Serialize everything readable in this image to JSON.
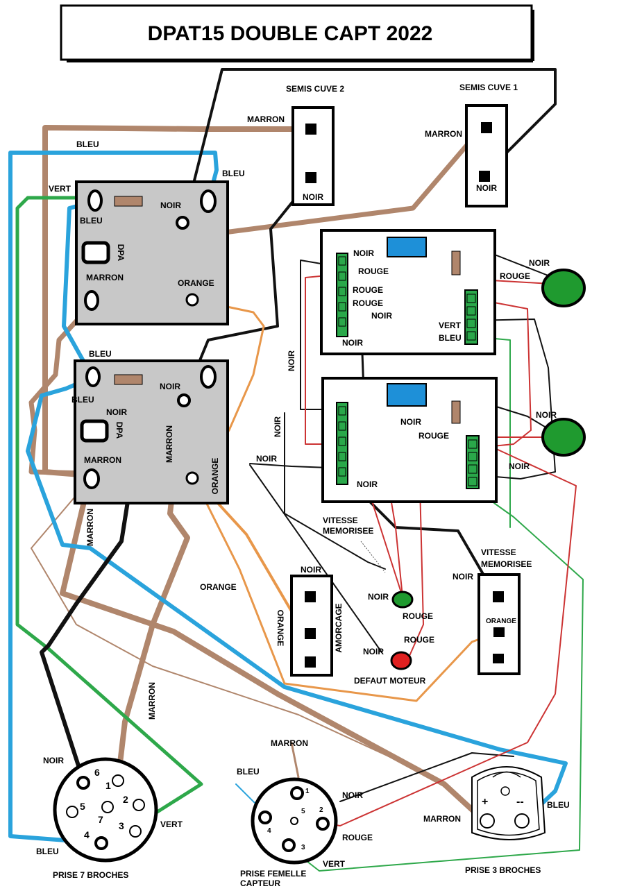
{
  "title": "DPAT15 DOUBLE  CAPT 2022",
  "colors": {
    "marron": "#b0866c",
    "bleu": "#2aa3dc",
    "vert": "#2ea84a",
    "noir": "#111111",
    "orange": "#e8974a",
    "rouge": "#cc3333",
    "module_gray": "#c8c8c8",
    "connector_green": "#2aa84a",
    "relay_blue": "#1e90d8",
    "led_green": "#1f9a2f",
    "led_red": "#e02020"
  },
  "sensors": {
    "cuve2": {
      "title": "SEMIS CUVE 2",
      "wire_top": "MARRON",
      "wire_bottom": "NOIR"
    },
    "cuve1": {
      "title": "SEMIS CUVE 1",
      "wire_top": "MARRON",
      "wire_bottom": "NOIR"
    }
  },
  "dpa_top": {
    "name": "DPA",
    "bleu_top": "BLEU",
    "vert": "VERT",
    "bleu": "BLEU",
    "noir": "NOIR",
    "marron": "MARRON",
    "orange": "ORANGE"
  },
  "dpa_bottom": {
    "name": "DPA",
    "bleu_top": "BLEU",
    "bleu": "BLEU",
    "noir_a": "NOIR",
    "noir_b": "NOIR",
    "marron_a": "MARRON",
    "marron_b": "MARRON",
    "orange": "ORANGE",
    "marron_c": "MARRON"
  },
  "relay_top": {
    "noir_a": "NOIR",
    "rouge_a": "ROUGE",
    "rouge_b": "ROUGE",
    "rouge_c": "ROUGE",
    "noir_b": "NOIR",
    "noir_c": "NOIR",
    "vert": "VERT",
    "bleu": "BLEU",
    "noir_led": "NOIR",
    "rouge_led": "ROUGE",
    "noir_side": "NOIR"
  },
  "relay_bottom": {
    "noir_a": "NOIR",
    "rouge": "ROUGE",
    "noir_b": "NOIR",
    "noir_c": "NOIR",
    "noir_led": "NOIR",
    "noir_left": "NOIR",
    "noir_left2": "NOIR"
  },
  "speed": {
    "label_line1": "VITESSE",
    "label_line2": "MEMORISEE",
    "noir_led": "NOIR",
    "rouge_led": "ROUGE"
  },
  "fault": {
    "noir": "NOIR",
    "rouge": "ROUGE",
    "label": "DEFAUT MOTEUR"
  },
  "amorcage": {
    "name": "AMORCAGE",
    "noir": "NOIR",
    "orange": "ORANGE"
  },
  "vitesse_mem_box": {
    "label_line1": "VITESSE",
    "label_line2": "MEMORISEE",
    "noir": "NOIR",
    "orange": "ORANGE"
  },
  "orange_label": "ORANGE",
  "plug7": {
    "label": "PRISE 7 BROCHES",
    "pins": [
      "6",
      "1",
      "2",
      "5",
      "7",
      "3",
      "4"
    ],
    "noir": "NOIR",
    "bleu": "BLEU",
    "vert": "VERT",
    "marron": "MARRON"
  },
  "sensor_plug": {
    "label_line1": "PRISE FEMELLE",
    "label_line2": "CAPTEUR",
    "pins": [
      "1",
      "5",
      "2",
      "4",
      "3"
    ],
    "marron": "MARRON",
    "bleu": "BLEU",
    "noir": "NOIR",
    "rouge": "ROUGE",
    "vert": "VERT"
  },
  "plug3": {
    "label": "PRISE 3 BROCHES",
    "plus": "+",
    "minus": "--",
    "marron": "MARRON",
    "bleu": "BLEU"
  }
}
